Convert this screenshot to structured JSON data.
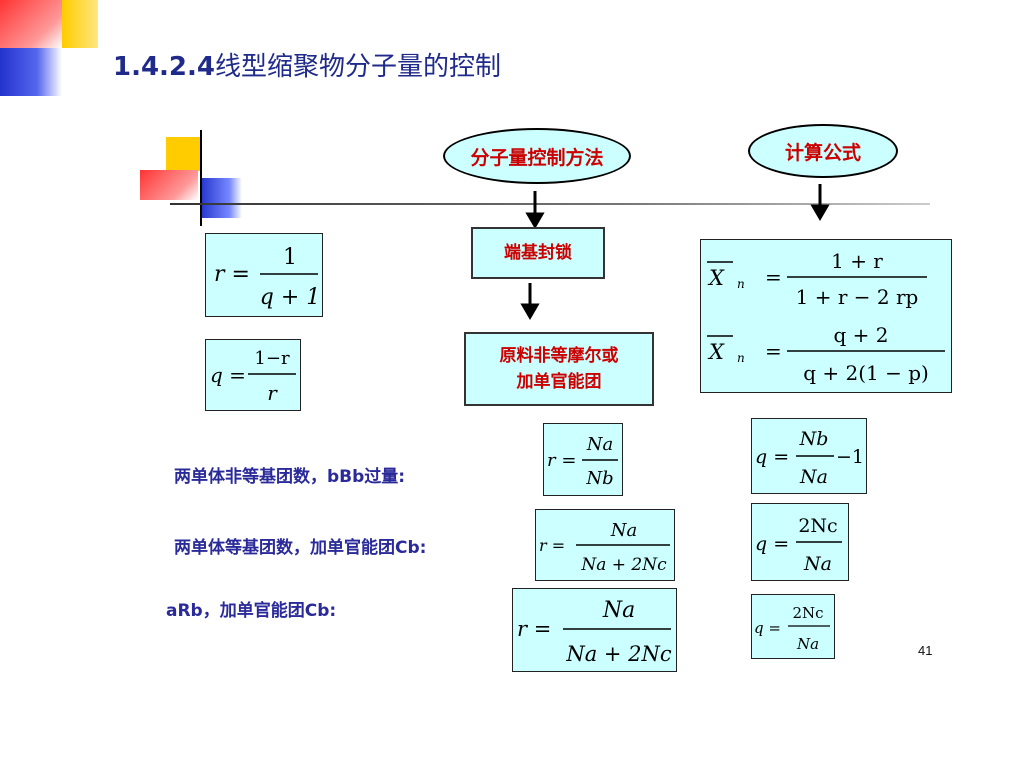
{
  "title": {
    "number": "1.4.2.4",
    "text": "线型缩聚物分子量的控制"
  },
  "ovals": {
    "method": "分子量控制方法",
    "formula": "计算公式"
  },
  "boxes": {
    "end_capping": "端基封锁",
    "nonequal_line1": "原料非等摩尔或",
    "nonequal_line2": "加单官能团"
  },
  "labels": {
    "case1": "两单体非等基团数，bBb过量:",
    "case2": "两单体等基团数，加单官能团Cb:",
    "case3": "aRb，加单官能团Cb:"
  },
  "formulas": {
    "r1": {
      "lhs": "r =",
      "num": "1",
      "den": "q + 1"
    },
    "q1": {
      "lhs": "q =",
      "num": "1−r",
      "den": "r"
    },
    "xn1": {
      "lhs": "X",
      "sub": "n",
      "eq": "=",
      "num": "1 + r",
      "den": "1 + r − 2 rp"
    },
    "xn2": {
      "lhs": "X",
      "sub": "n",
      "eq": "=",
      "num": "q + 2",
      "den": "q + 2(1 − p)"
    },
    "r_case1": {
      "lhs": "r =",
      "num": "Na",
      "den": "Nb"
    },
    "q_case1": {
      "lhs": "q =",
      "num": "Nb",
      "den": "Na",
      "tail": "−1"
    },
    "r_case2": {
      "lhs": "r =",
      "num": "Na",
      "den": "Na + 2Nc"
    },
    "q_case2": {
      "lhs": "q =",
      "num": "2Nc",
      "den": "Na"
    },
    "r_case3": {
      "lhs": "r =",
      "num": "Na",
      "den": "Na + 2Nc"
    },
    "q_case3": {
      "lhs": "q =",
      "num": "2Nc",
      "den": "Na"
    }
  },
  "page_number": "41",
  "colors": {
    "title": "#1f2a8a",
    "box_fill": "#ccffff",
    "red_text": "#cc0000",
    "label": "#2a2a9a"
  }
}
